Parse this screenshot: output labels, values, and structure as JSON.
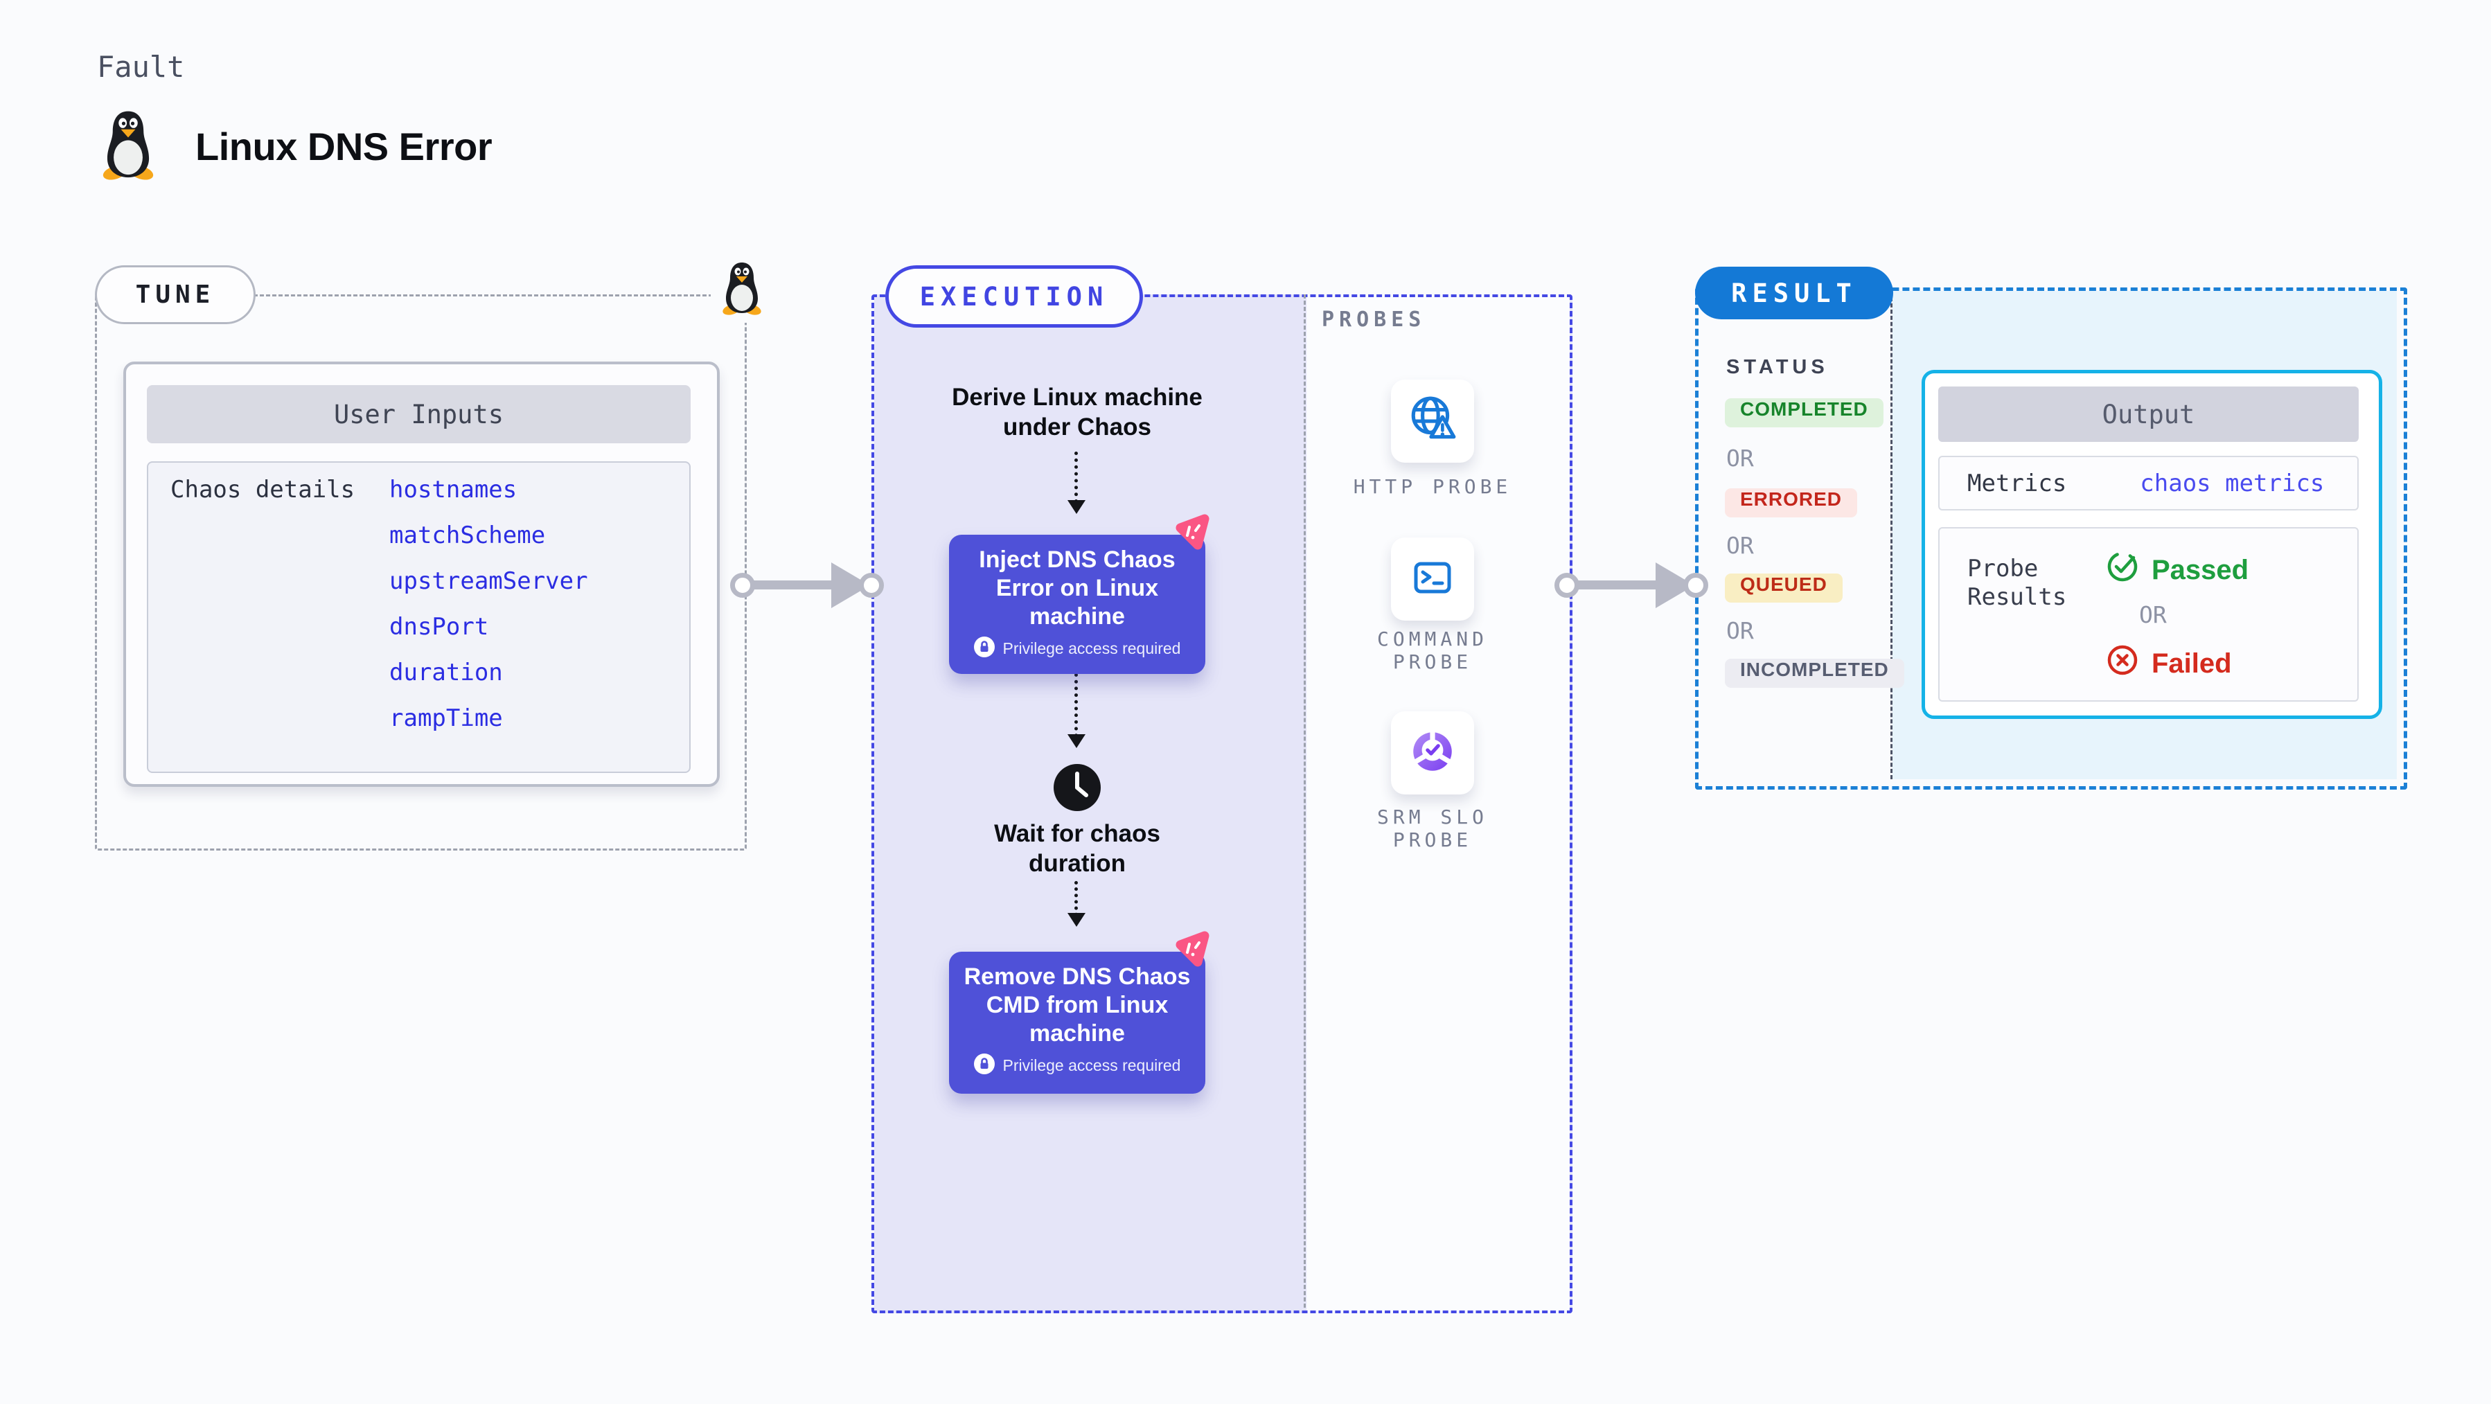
{
  "page": {
    "kicker": "Fault",
    "title": "Linux DNS Error"
  },
  "tune": {
    "label": "TUNE",
    "card_title": "User Inputs",
    "row_label": "Chaos details",
    "params": [
      "hostnames",
      "matchScheme",
      "upstreamServer",
      "dnsPort",
      "duration",
      "rampTime"
    ]
  },
  "execution": {
    "label": "EXECUTION",
    "derive_text": "Derive Linux machine under Chaos",
    "inject_title": "Inject DNS Chaos Error on Linux machine",
    "wait_text": "Wait for chaos duration",
    "remove_title": "Remove DNS Chaos CMD from Linux machine",
    "privilege_badge": "Privilege access required"
  },
  "probes": {
    "label": "PROBES",
    "items": [
      {
        "label": "HTTP PROBE",
        "icon": "globe-alert-icon"
      },
      {
        "label": "COMMAND\nPROBE",
        "icon": "terminal-icon"
      },
      {
        "label": "SRM SLO\nPROBE",
        "icon": "slo-donut-icon"
      }
    ]
  },
  "result": {
    "label": "RESULT",
    "status_label": "STATUS",
    "or": "OR",
    "statuses": [
      {
        "text": "COMPLETED",
        "type": "green"
      },
      {
        "text": "ERRORED",
        "type": "red"
      },
      {
        "text": "QUEUED",
        "type": "yellow"
      },
      {
        "text": "INCOMPLETED",
        "type": "gray"
      }
    ],
    "output": {
      "title": "Output",
      "metrics_label": "Metrics",
      "metrics_value": "chaos metrics",
      "probe_label": "Probe Results",
      "passed": "Passed",
      "failed": "Failed"
    }
  },
  "colors": {
    "page_bg": "#fafbfd",
    "accent_indigo": "#4448e4",
    "node_purple": "#4f51d8",
    "chaos_pink": "#fa5684",
    "result_blue": "#1479d6",
    "output_cyan": "#15b2e7",
    "lavender_fill": "#e5e5f8",
    "lightblue_fill": "#e7f4fc",
    "param_blue": "#2b2de2",
    "passed_green": "#1e9e3e",
    "failed_red": "#d42b1e",
    "completed_green": "#17842b",
    "errored_red": "#c3261b",
    "queued_amber": "#bd2c17",
    "probe_icon_blue": "#1879d8"
  }
}
